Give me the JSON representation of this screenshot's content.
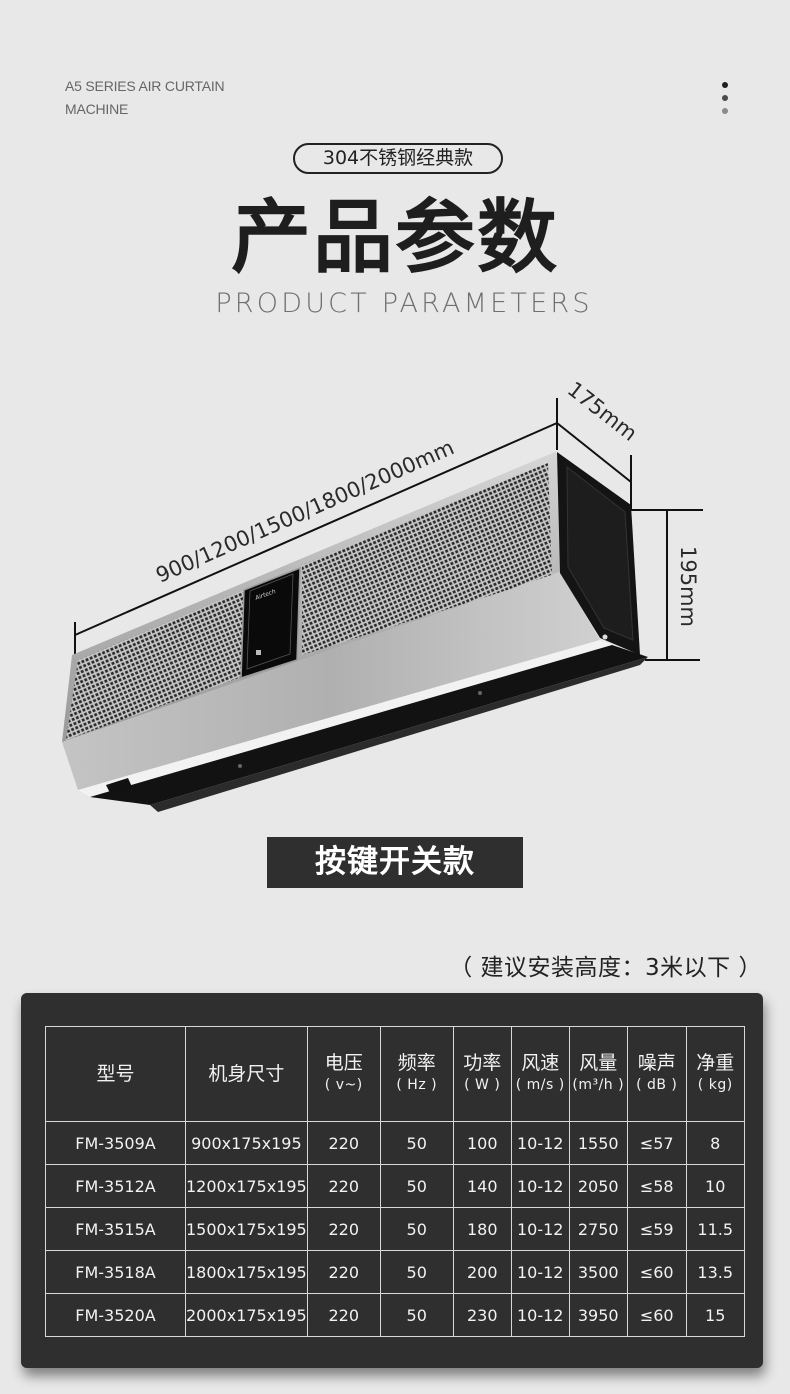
{
  "header": {
    "series_line1": "A5 SERIES AIR CURTAIN",
    "series_line2": "MACHINE",
    "menu_icon": "vertical-dots-icon",
    "dot_colors": [
      "#1f1f1f",
      "#4a4a4a",
      "#8a8a8a"
    ],
    "badge": "304不锈钢经典款",
    "title": "产品参数",
    "subtitle": "PRODUCT PARAMETERS"
  },
  "product": {
    "length_label": "900/1200/1500/1800/2000mm",
    "depth_label": "175mm",
    "height_label": "195mm",
    "variant_label": "按键开关款"
  },
  "install_note": "（ 建议安装高度：3米以下 ）",
  "table": {
    "headers": [
      {
        "label": "型号",
        "unit": ""
      },
      {
        "label": "机身尺寸",
        "unit": ""
      },
      {
        "label": "电压",
        "unit": "( v~)"
      },
      {
        "label": "频率",
        "unit": "( Hz )"
      },
      {
        "label": "功率",
        "unit": "( W )"
      },
      {
        "label": "风速",
        "unit": "( m/s )"
      },
      {
        "label": "风量",
        "unit": "(m³/h )"
      },
      {
        "label": "噪声",
        "unit": "( dB )"
      },
      {
        "label": "净重",
        "unit": "( kg)"
      }
    ],
    "rows": [
      [
        "FM-3509A",
        "900x175x195",
        "220",
        "50",
        "100",
        "10-12",
        "1550",
        "≤57",
        "8"
      ],
      [
        "FM-3512A",
        "1200x175x195",
        "220",
        "50",
        "140",
        "10-12",
        "2050",
        "≤58",
        "10"
      ],
      [
        "FM-3515A",
        "1500x175x195",
        "220",
        "50",
        "180",
        "10-12",
        "2750",
        "≤59",
        "11.5"
      ],
      [
        "FM-3518A",
        "1800x175x195",
        "220",
        "50",
        "200",
        "10-12",
        "3500",
        "≤60",
        "13.5"
      ],
      [
        "FM-3520A",
        "2000x175x195",
        "220",
        "50",
        "230",
        "10-12",
        "3950",
        "≤60",
        "15"
      ]
    ]
  }
}
